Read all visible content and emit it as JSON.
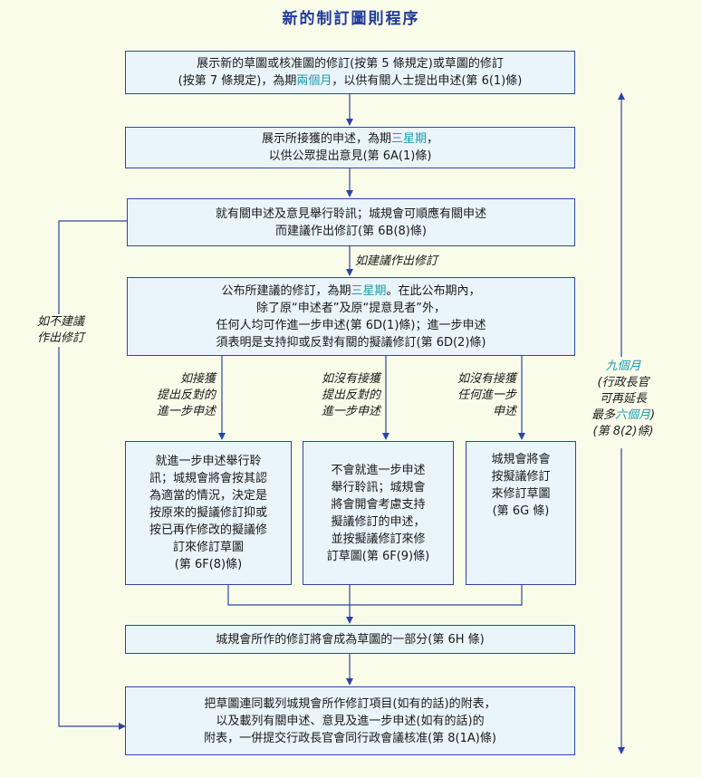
{
  "title": "新的制訂圖則程序",
  "boxes": {
    "b1": {
      "l1": "展示新的草圖或核准圖的修訂(按第 5 條規定)或草圖的修訂",
      "l2a": "(按第 7 條規定)，為期",
      "l2hl": "兩個月",
      "l2b": "，以供有關人士提出申述(第 6(1)條)"
    },
    "b2": {
      "l1a": "展示所接獲的申述，為期",
      "l1hl": "三星期",
      "l1b": "，",
      "l2": "以供公眾提出意見(第 6A(1)條)"
    },
    "b3": {
      "l1": "就有關申述及意見舉行聆訊；城規會可順應有關申述",
      "l2": "而建議作出修訂(第 6B(8)條)"
    },
    "b4": {
      "l1a": "公布所建議的修訂，為期",
      "l1hl": "三星期",
      "l1b": "。在此公布期內，",
      "l2": "除了原“申述者”及原“提意見者”外，",
      "l3": "任何人均可作進一步申述(第 6D(1)條)；進一步申述",
      "l4": "須表明是支持抑或反對有關的擬議修訂(第 6D(2)條)"
    },
    "b5": {
      "l1": "就進一步申述舉行聆",
      "l2": "訊；城規會將會按其認",
      "l3": "為適當的情況，決定是",
      "l4": "按原來的擬議修訂抑或",
      "l5": "按已再作修改的擬議修",
      "l6": "訂來修訂草圖",
      "l7": "(第 6F(8)條)"
    },
    "b6": {
      "l1": "不會就進一步申述",
      "l2": "舉行聆訊；城規會",
      "l3": "將會開會考慮支持",
      "l4": "擬議修訂的申述，",
      "l5": "並按擬議修訂來修",
      "l6": "訂草圖(第 6F(9)條)"
    },
    "b7": {
      "l1": "城規會將會",
      "l2": "按擬議修訂",
      "l3": "來修訂草圖",
      "l4": "(第 6G 條)"
    },
    "b8": {
      "l1": "城規會所作的修訂將會成為草圖的一部分(第 6H 條)"
    },
    "b9": {
      "l1": "把草圖連同載列城規會所作修訂項目(如有的話)的附表，",
      "l2": "以及載列有關申述、意見及進一步申述(如有的話)的",
      "l3": "附表，一併提交行政長官會同行政會議核准(第 8(1A)條)"
    }
  },
  "labels": {
    "propose": "如建議作出修訂",
    "no_propose": {
      "l1": "如不建議",
      "l2": "作出修訂"
    },
    "oppose": {
      "l1": "如接獲",
      "l2": "提出反對的",
      "l3": "進一步申述"
    },
    "no_oppose": {
      "l1": "如沒有接獲",
      "l2": "提出反對的",
      "l3": "進一步申述"
    },
    "none": {
      "l1": "如沒有接獲",
      "l2": "任何進一步",
      "l3": "申述"
    },
    "nine": {
      "l1": "九個月",
      "l2": "(行政長官",
      "l3": "可再延長",
      "l4a": "最多",
      "l4hl": "六個月",
      "l4b": ")",
      "l5": "(第 8(2)條)"
    }
  },
  "colors": {
    "accent": "#2b45a8",
    "highlight": "#1a9bb0",
    "background": "#fafcea",
    "box_fill": "#eaf4fb"
  }
}
